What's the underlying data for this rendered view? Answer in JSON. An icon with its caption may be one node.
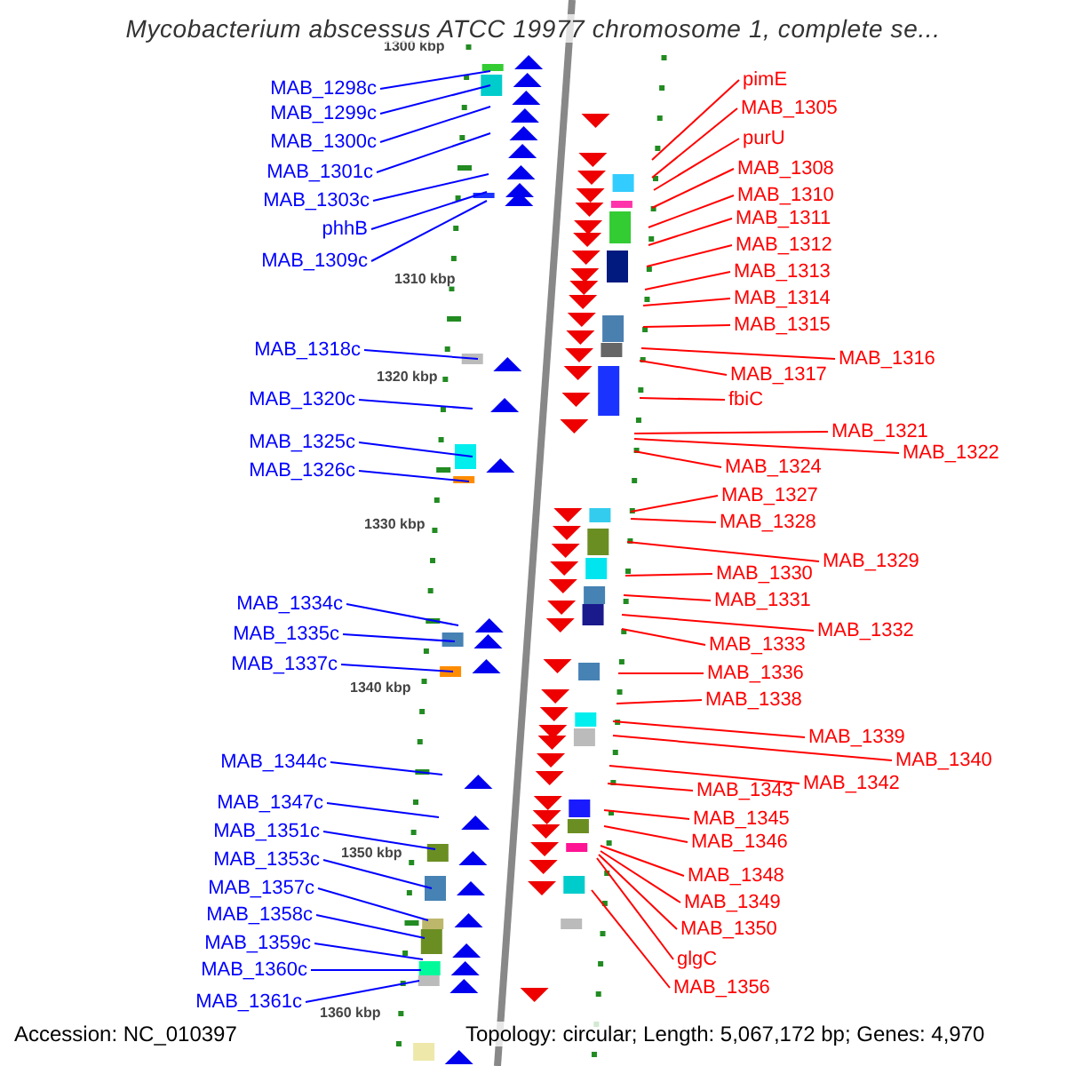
{
  "diagram": {
    "title": "Mycobacterium abscessus ATCC 19977 chromosome 1, complete se...",
    "nodes": [
      {
        "text": [
          "MAB_1298c"
        ]
      },
      {
        "text": [
          "MAB_1299c"
        ]
      },
      {
        "text": [
          "MAB_1300c"
        ]
      },
      {
        "text": [
          "MAB_1301c"
        ]
      },
      {
        "text": [
          "MAB_1303c"
        ]
      },
      {
        "text": [
          "phhB"
        ]
      },
      {
        "text": [
          "MAB_1309c"
        ]
      },
      {
        "text": [
          "MAB_1318c"
        ]
      },
      {
        "text": [
          "MAB_1320c"
        ]
      },
      {
        "text": [
          "MAB_1325c"
        ]
      },
      {
        "text": [
          "MAB_1326c"
        ]
      },
      {
        "text": [
          "MAB_1334c"
        ]
      },
      {
        "text": [
          "MAB_1335c"
        ]
      },
      {
        "text": [
          "MAB_1337c"
        ]
      },
      {
        "text": [
          "MAB_1344c"
        ]
      },
      {
        "text": [
          "MAB_1347c"
        ]
      },
      {
        "text": [
          "MAB_1351c"
        ]
      },
      {
        "text": [
          "MAB_1353c"
        ]
      },
      {
        "text": [
          "MAB_1357c"
        ]
      },
      {
        "text": [
          "MAB_1358c"
        ]
      },
      {
        "text": [
          "MAB_1359c"
        ]
      },
      {
        "text": [
          "MAB_1360c"
        ]
      },
      {
        "text": [
          "MAB_1361c"
        ]
      },
      {
        "text": [
          "pimE"
        ]
      },
      {
        "text": [
          "MAB_1305"
        ]
      },
      {
        "text": [
          "purU"
        ]
      },
      {
        "text": [
          "MAB_1308"
        ]
      },
      {
        "text": [
          "MAB_1310"
        ]
      },
      {
        "text": [
          "MAB_1311"
        ]
      },
      {
        "text": [
          "MAB_1312"
        ]
      },
      {
        "text": [
          "MAB_1313"
        ]
      },
      {
        "text": [
          "MAB_1314"
        ]
      },
      {
        "text": [
          "MAB_1315"
        ]
      },
      {
        "text": [
          "MAB_1316"
        ]
      },
      {
        "text": [
          "MAB_1317"
        ]
      },
      {
        "text": [
          "fbiC"
        ]
      },
      {
        "text": [
          "MAB_1321"
        ]
      },
      {
        "text": [
          "MAB_1322"
        ]
      },
      {
        "text": [
          "MAB_1324"
        ]
      },
      {
        "text": [
          "MAB_1327"
        ]
      },
      {
        "text": [
          "MAB_1328"
        ]
      },
      {
        "text": [
          "MAB_1329"
        ]
      },
      {
        "text": [
          "MAB_1330"
        ]
      },
      {
        "text": [
          "MAB_1331"
        ]
      },
      {
        "text": [
          "MAB_1332"
        ]
      },
      {
        "text": [
          "MAB_1333"
        ]
      },
      {
        "text": [
          "MAB_1336"
        ]
      },
      {
        "text": [
          "MAB_1338"
        ]
      },
      {
        "text": [
          "MAB_1339"
        ]
      },
      {
        "text": [
          "MAB_1340"
        ]
      },
      {
        "text": [
          "MAB_1342"
        ]
      },
      {
        "text": [
          "MAB_1343"
        ]
      },
      {
        "text": [
          "MAB_1345"
        ]
      },
      {
        "text": [
          "MAB_1346"
        ]
      },
      {
        "text": [
          "MAB_1348"
        ]
      },
      {
        "text": [
          "MAB_1349"
        ]
      },
      {
        "text": [
          "MAB_1350"
        ]
      },
      {
        "text": [
          "glgC"
        ]
      },
      {
        "text": [
          "MAB_1356"
        ]
      }
    ],
    "edges": [
      {
        "from": 0,
        "to": null,
        "arrow": "none",
        "color": "#0000ff"
      },
      {
        "from": 1,
        "to": null,
        "arrow": "none",
        "color": "#0000ff"
      },
      {
        "from": 2,
        "to": null,
        "arrow": "none",
        "color": "#0000ff"
      },
      {
        "from": 3,
        "to": null,
        "arrow": "none",
        "color": "#0000ff"
      },
      {
        "from": 4,
        "to": null,
        "arrow": "none",
        "color": "#0000ff"
      },
      {
        "from": 5,
        "to": null,
        "arrow": "none",
        "color": "#0000ff"
      },
      {
        "from": 6,
        "to": null,
        "arrow": "none",
        "color": "#0000ff"
      },
      {
        "from": 7,
        "to": null,
        "arrow": "none",
        "color": "#0000ff"
      },
      {
        "from": 8,
        "to": null,
        "arrow": "none",
        "color": "#0000ff"
      },
      {
        "from": 9,
        "to": null,
        "arrow": "none",
        "color": "#0000ff"
      },
      {
        "from": 10,
        "to": null,
        "arrow": "none",
        "color": "#0000ff"
      },
      {
        "from": 11,
        "to": null,
        "arrow": "none",
        "color": "#0000ff"
      },
      {
        "from": 12,
        "to": null,
        "arrow": "none",
        "color": "#0000ff"
      },
      {
        "from": 13,
        "to": null,
        "arrow": "none",
        "color": "#0000ff"
      },
      {
        "from": 14,
        "to": null,
        "arrow": "none",
        "color": "#0000ff"
      },
      {
        "from": 15,
        "to": null,
        "arrow": "none",
        "color": "#0000ff"
      },
      {
        "from": 16,
        "to": null,
        "arrow": "none",
        "color": "#0000ff"
      },
      {
        "from": 17,
        "to": null,
        "arrow": "none",
        "color": "#0000ff"
      },
      {
        "from": 18,
        "to": null,
        "arrow": "none",
        "color": "#0000ff"
      },
      {
        "from": 19,
        "to": null,
        "arrow": "none",
        "color": "#0000ff"
      },
      {
        "from": 20,
        "to": null,
        "arrow": "none",
        "color": "#0000ff"
      },
      {
        "from": 21,
        "to": null,
        "arrow": "none",
        "color": "#0000ff"
      },
      {
        "from": 22,
        "to": null,
        "arrow": "none",
        "color": "#0000ff"
      },
      {
        "from": 23,
        "to": null,
        "arrow": "none"
      },
      {
        "from": 24,
        "to": null,
        "arrow": "none"
      },
      {
        "from": 25,
        "to": null,
        "arrow": "none"
      },
      {
        "from": 26,
        "to": null,
        "arrow": "none"
      },
      {
        "from": 27,
        "to": null,
        "arrow": "none"
      },
      {
        "from": 28,
        "to": null,
        "arrow": "none"
      },
      {
        "from": 29,
        "to": null,
        "arrow": "none"
      },
      {
        "from": 30,
        "to": null,
        "arrow": "none"
      },
      {
        "from": 31,
        "to": null,
        "arrow": "none"
      },
      {
        "from": 32,
        "to": null,
        "arrow": "none"
      },
      {
        "from": 33,
        "to": null,
        "arrow": "none"
      },
      {
        "from": 34,
        "to": null,
        "arrow": "none"
      },
      {
        "from": 35,
        "to": null,
        "arrow": "none"
      },
      {
        "from": 36,
        "to": null,
        "arrow": "none"
      },
      {
        "from": 37,
        "to": null,
        "arrow": "none"
      },
      {
        "from": 38,
        "to": null,
        "arrow": "none"
      },
      {
        "from": 39,
        "to": null,
        "arrow": "none"
      },
      {
        "from": 40,
        "to": null,
        "arrow": "none"
      },
      {
        "from": 41,
        "to": null,
        "arrow": "none"
      },
      {
        "from": 42,
        "to": null,
        "arrow": "none"
      },
      {
        "from": 43,
        "to": null,
        "arrow": "none"
      },
      {
        "from": 44,
        "to": null,
        "arrow": "none"
      },
      {
        "from": 45,
        "to": null,
        "arrow": "none"
      },
      {
        "from": 46,
        "to": null,
        "arrow": "none"
      },
      {
        "from": 47,
        "to": null,
        "arrow": "none"
      },
      {
        "from": 48,
        "to": null,
        "arrow": "none"
      },
      {
        "from": 49,
        "to": null,
        "arrow": "none"
      },
      {
        "from": 50,
        "to": null,
        "arrow": "none"
      },
      {
        "from": 51,
        "to": null,
        "arrow": "none"
      },
      {
        "from": 52,
        "to": null,
        "arrow": "none"
      },
      {
        "from": 53,
        "to": null,
        "arrow": "none"
      },
      {
        "from": 54,
        "to": null,
        "arrow": "none"
      },
      {
        "from": 55,
        "to": null,
        "arrow": "none"
      },
      {
        "from": 56,
        "to": null,
        "arrow": "none"
      },
      {
        "from": 57,
        "to": null,
        "arrow": "none"
      },
      {
        "from": 58,
        "to": null,
        "arrow": "none"
      }
    ],
    "labels": [
      "1300 kbp",
      "1310 kbp",
      "1320 kbp",
      "1330 kbp",
      "1340 kbp",
      "1350 kbp",
      "1360 kbp",
      "Accession: NC_010397",
      "Topology: circular; Length: 5,067,172 bp; Genes: 4,970"
    ]
  }
}
